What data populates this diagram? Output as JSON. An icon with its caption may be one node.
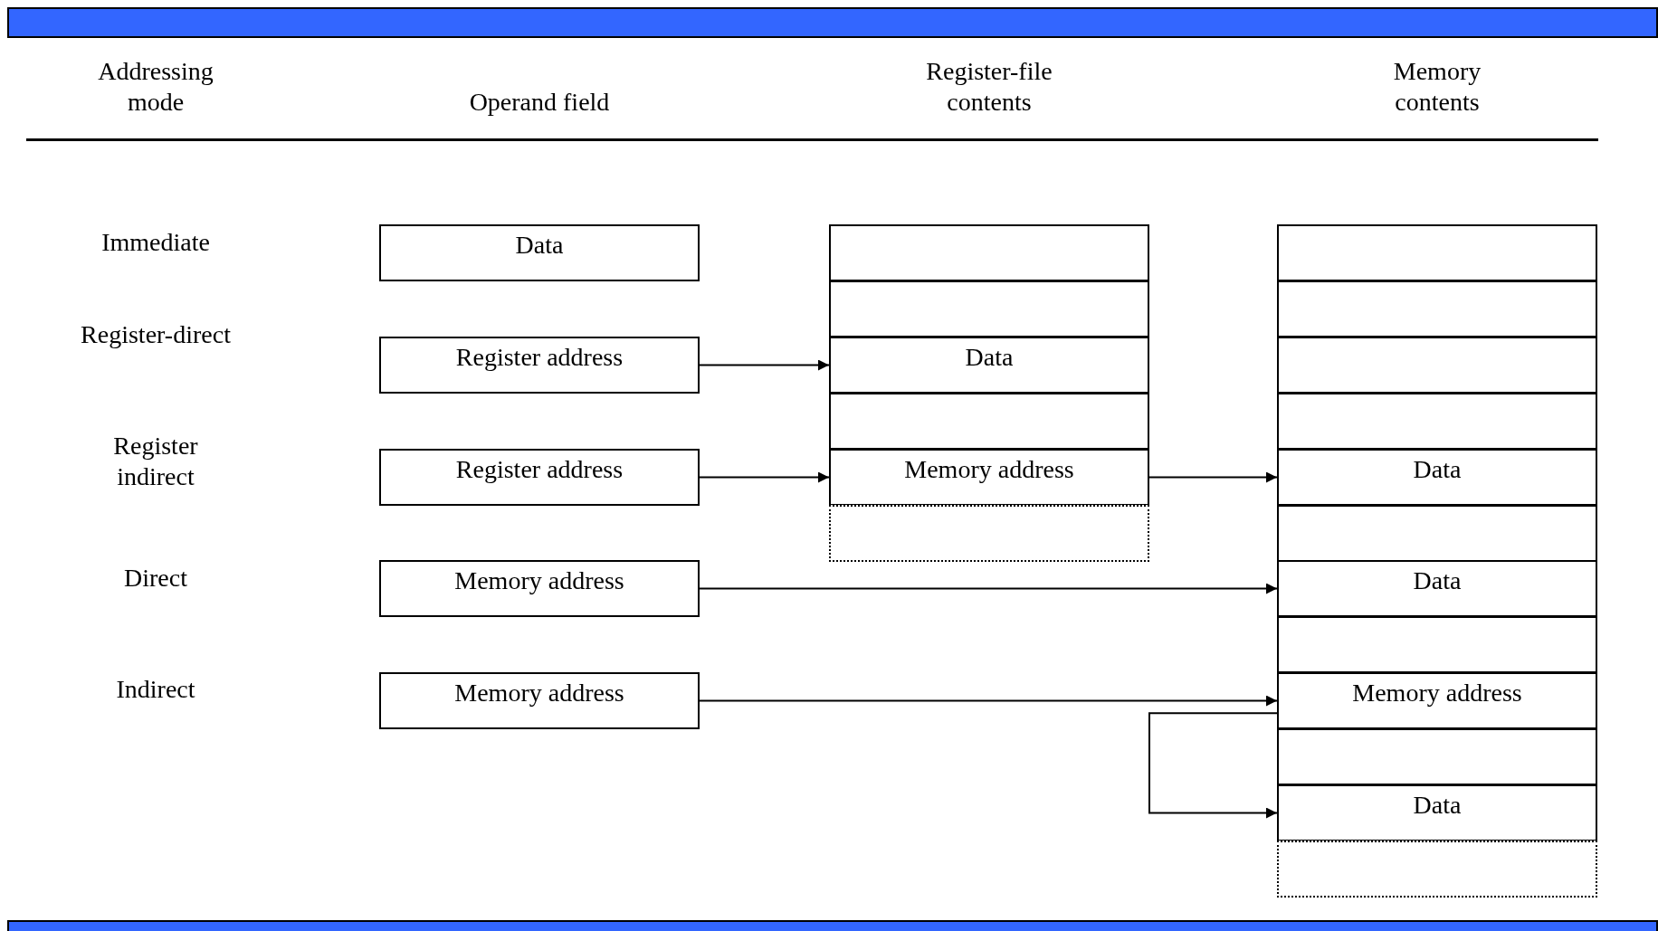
{
  "diagram": {
    "nodes": [
      {
        "text": [
          "Data"
        ]
      },
      {
        "text": [
          "Register address"
        ]
      },
      {
        "text": [
          "Register address"
        ]
      },
      {
        "text": [
          "Memory address"
        ]
      },
      {
        "text": [
          "Memory address"
        ]
      },
      {
        "text": [],
        "shape": "box"
      },
      {
        "text": [],
        "shape": "box"
      },
      {
        "text": [
          "Data"
        ]
      },
      {
        "text": [],
        "shape": "box"
      },
      {
        "text": [
          "Memory address"
        ]
      },
      {
        "text": [],
        "shape": "box"
      },
      {
        "text": [],
        "shape": "box"
      },
      {
        "text": [],
        "shape": "box"
      },
      {
        "text": [],
        "shape": "box"
      },
      {
        "text": [],
        "shape": "box"
      },
      {
        "text": [
          "Data"
        ]
      },
      {
        "text": [],
        "shape": "box"
      },
      {
        "text": [
          "Data"
        ]
      },
      {
        "text": [],
        "shape": "box"
      },
      {
        "text": [
          "Memory address"
        ]
      },
      {
        "text": [],
        "shape": "box"
      },
      {
        "text": [
          "Data"
        ]
      },
      {
        "text": [],
        "shape": "box"
      }
    ],
    "edges": [
      {
        "from": 1,
        "to": 7,
        "arrow": "to"
      },
      {
        "from": 2,
        "to": 9,
        "arrow": "to"
      },
      {
        "from": 9,
        "to": 15,
        "arrow": "to"
      },
      {
        "from": 3,
        "to": 17,
        "arrow": "to"
      },
      {
        "from": 4,
        "to": 19,
        "arrow": "to"
      },
      {
        "from": 19,
        "to": 21,
        "arrow": "to"
      }
    ],
    "labels": [
      "Addressing mode",
      "Operand field",
      "Register-file contents",
      "Memory contents",
      "Immediate",
      "Register-direct",
      "Register indirect",
      "Direct",
      "Indirect"
    ]
  }
}
